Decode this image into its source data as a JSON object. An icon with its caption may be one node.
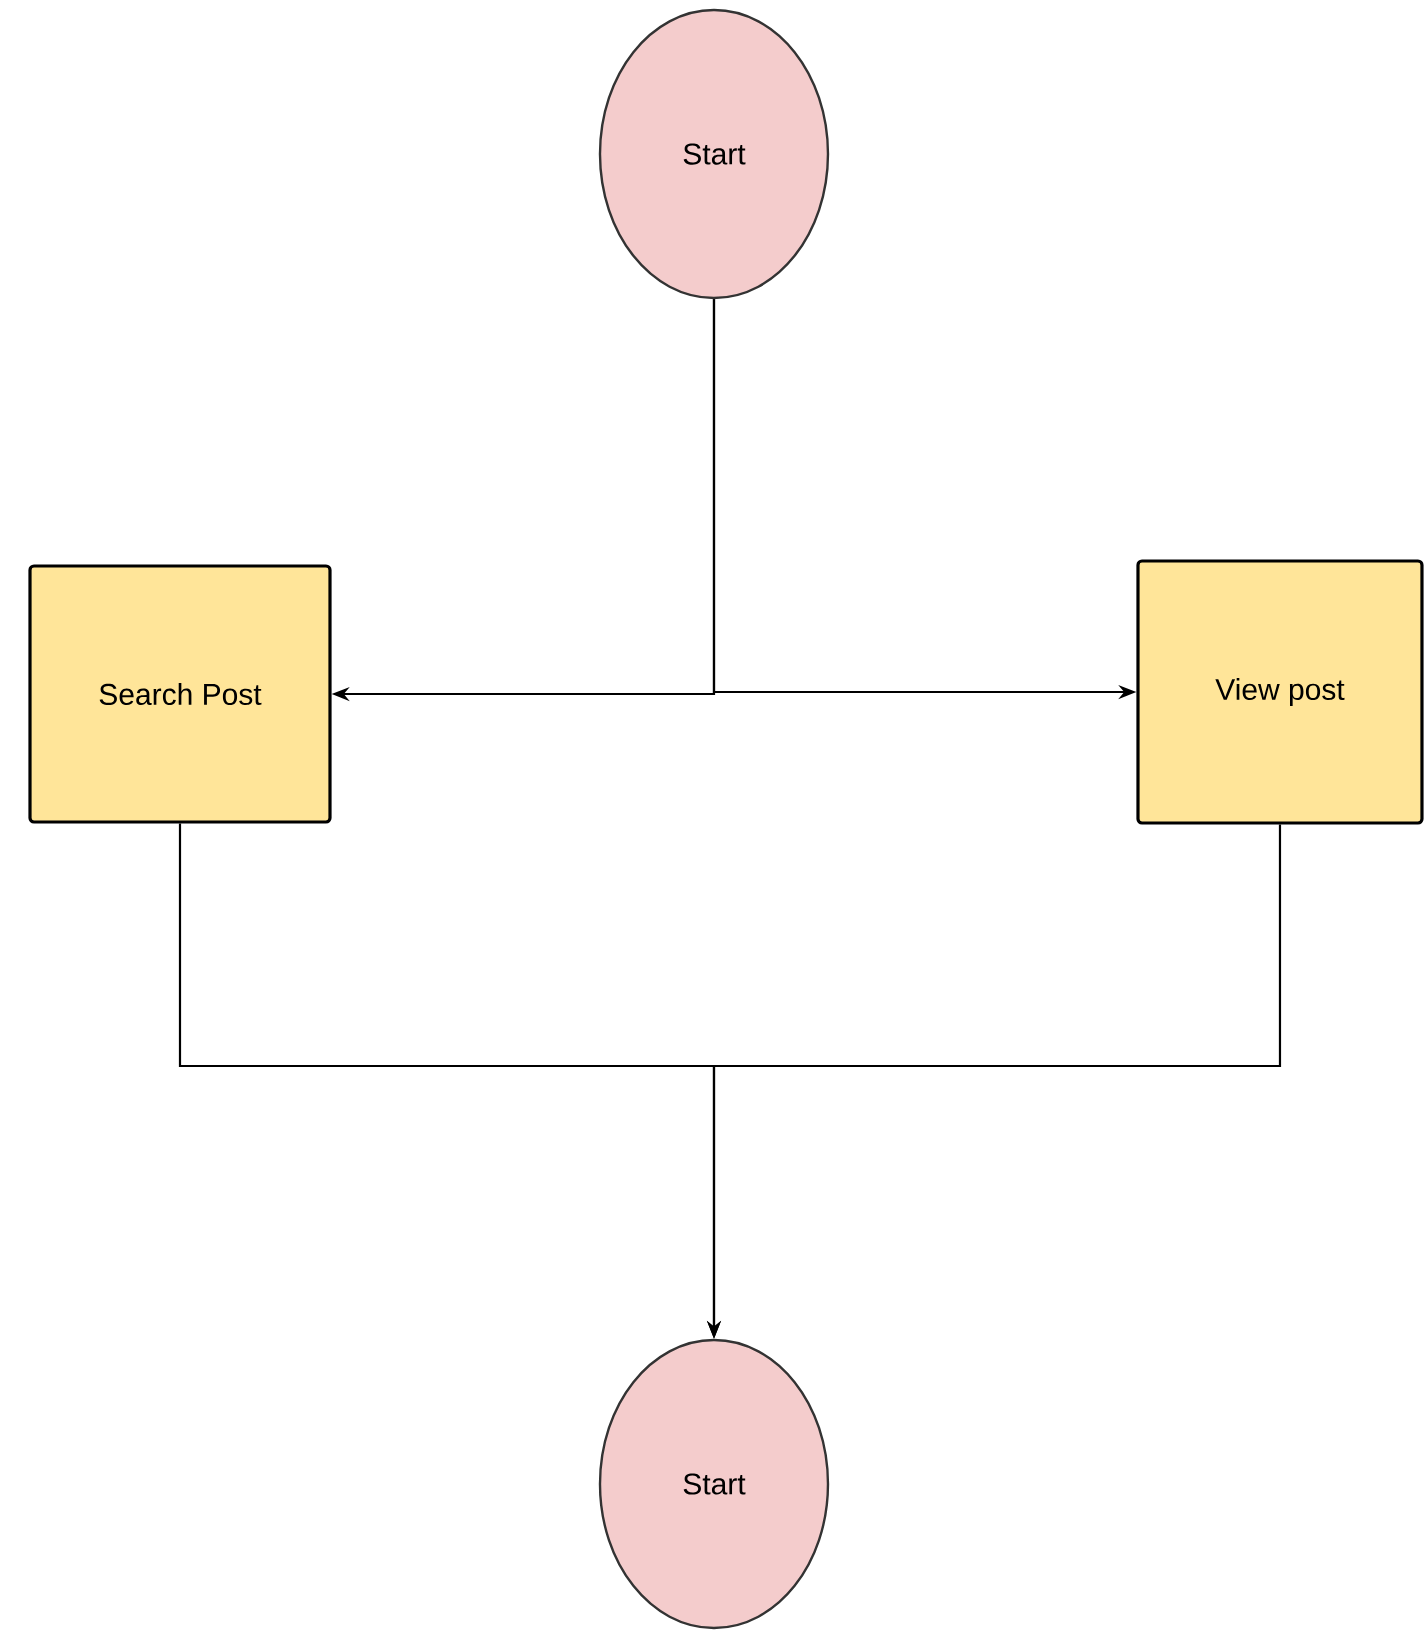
{
  "diagram": {
    "nodes": [
      {
        "text": [
          "Start"
        ]
      },
      {
        "text": [
          "Search Post"
        ]
      },
      {
        "text": [
          "View post"
        ]
      },
      {
        "text": [
          "Start"
        ]
      }
    ],
    "edges": [
      {
        "from": 0,
        "to": 1,
        "arrow": "to"
      },
      {
        "from": 0,
        "to": 2,
        "arrow": "to"
      },
      {
        "from": 1,
        "to": 3,
        "arrow": "to"
      },
      {
        "from": 2,
        "to": 3,
        "arrow": "to"
      }
    ]
  }
}
